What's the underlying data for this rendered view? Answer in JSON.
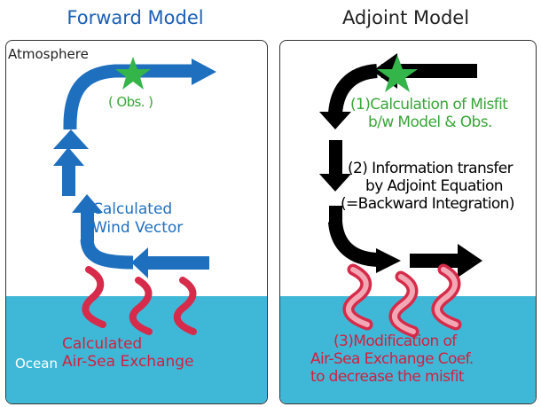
{
  "titles": {
    "forward": "Forward Model",
    "adjoint": "Adjoint Model"
  },
  "forward_panel": {
    "atmosphere_label": "Atmosphere",
    "obs_label": "( Obs. )",
    "wind_label_line1": "Calculated",
    "wind_label_line2": "Wind Vector",
    "ocean_label": "Ocean",
    "exchange_label_line1": "Calculated",
    "exchange_label_line2": "Air-Sea Exchange"
  },
  "adjoint_panel": {
    "misfit_line1": "(1)Calculation of Misfit",
    "misfit_line2": "b/w Model & Obs.",
    "transfer_line1": "(2) Information transfer",
    "transfer_line2": "by Adjoint Equation",
    "transfer_line3": "(=Backward Integration)",
    "modify_line1": "(3)Modification of",
    "modify_line2": "Air-Sea Exchange Coef.",
    "modify_line3": "to decrease the misfit"
  },
  "colors": {
    "blue_arrow": "#1f6fbf",
    "title_blue": "#1a5fb4",
    "ocean": "#3fb8d8",
    "wave_red": "#d62b4a",
    "wave_pink": "#f2a8b4",
    "green_text": "#3aa639",
    "star_green": "#33b54a",
    "exchange_red": "#d31f3d",
    "black": "#000000"
  },
  "icons": {
    "star": "star-icon",
    "arrows": "arrow-icon",
    "waves": "wave-icon"
  }
}
